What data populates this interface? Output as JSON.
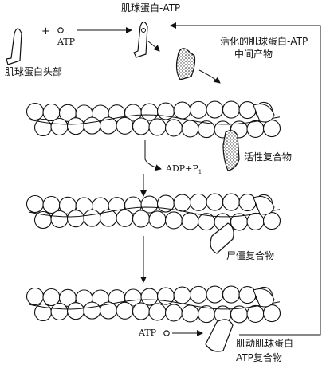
{
  "labels": {
    "myosin_head": "肌球蛋白头部",
    "plus": "+",
    "atp_top": "ATP",
    "myosin_atp": "肌球蛋白-ATP",
    "activated_intermediate_line1": "活化的肌球蛋白-ATP",
    "activated_intermediate_line2": "中间产物",
    "active_complex": "活性复合物",
    "adp_pi": "ADP+P",
    "adp_pi_sub": "1",
    "rigor_complex": "尸僵复合物",
    "atp_bottom": "ATP",
    "actomyosin_line1": "肌动肌球蛋白",
    "actomyosin_line2": "ATP复合物"
  },
  "colors": {
    "ink": "#111111",
    "paper": "#ffffff"
  }
}
